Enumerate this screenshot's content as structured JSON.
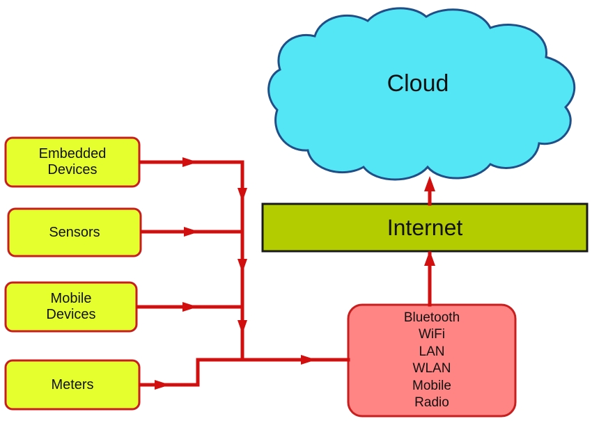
{
  "cloud": {
    "label": "Cloud",
    "fill": "#55E6F5",
    "stroke": "#1F4F86"
  },
  "internet": {
    "label": "Internet",
    "fill": "#B3CC00",
    "stroke": "#1A1A1A"
  },
  "devices": {
    "fill": "#E5FF2E",
    "stroke": "#C81E1E",
    "items": [
      {
        "line1": "Embedded",
        "line2": "Devices"
      },
      {
        "line1": "Sensors",
        "line2": ""
      },
      {
        "line1": "Mobile",
        "line2": "Devices"
      },
      {
        "line1": "Meters",
        "line2": ""
      }
    ]
  },
  "protocols": {
    "fill": "#FF8585",
    "stroke": "#C81E1E",
    "items": [
      "Bluetooth",
      "WiFi",
      "LAN",
      "WLAN",
      "Mobile",
      "Radio"
    ]
  },
  "connector_color": "#D10F0F"
}
